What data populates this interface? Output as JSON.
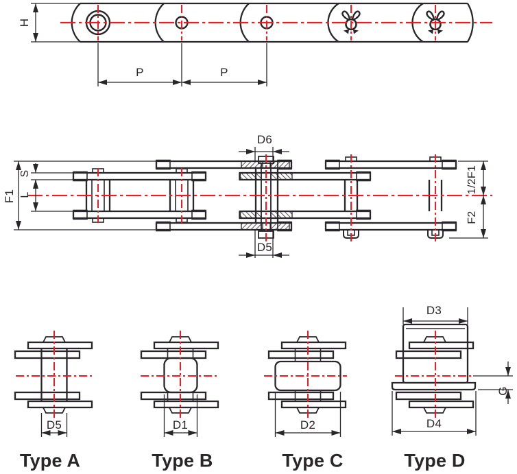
{
  "colors": {
    "line": "#29262a",
    "centerline_red": "#ed1b23",
    "background": "#ffffff",
    "label_text": "#2a2627",
    "callout_patch": "#ffffff"
  },
  "side_view": {
    "h": "H",
    "p1": "P",
    "p2": "P"
  },
  "plan_view": {
    "f1": "F1",
    "s": "S",
    "l": "L",
    "d6": "D6",
    "d5": "D5",
    "half_f1": "1/2F1",
    "f2": "F2"
  },
  "type_views": [
    {
      "name": "Type A",
      "bottom_dim": "D5"
    },
    {
      "name": "Type B",
      "bottom_dim": "D1"
    },
    {
      "name": "Type C",
      "bottom_dim": "D2"
    },
    {
      "name": "Type D",
      "bottom_dim": "D4",
      "top_dim": "D3",
      "side_dim": "G"
    }
  ]
}
